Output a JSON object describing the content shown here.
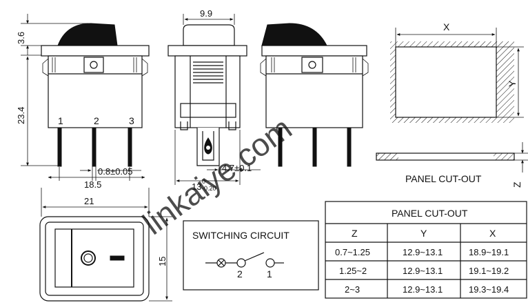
{
  "dimensions": {
    "actuator_height": "3.6",
    "body_height": "23.4",
    "pin_spacing": "0.8±0.05",
    "pin_span": "18.5",
    "actuator_width": "9.9",
    "terminal_width": "4.7±0.1",
    "depth_value": "13",
    "depth_tolerance": "0",
    "depth_tolerance_lower": "-0.20",
    "overall_width": "21",
    "overall_height": "15"
  },
  "pin_labels": [
    "1",
    "2",
    "3"
  ],
  "cutout_drawing": {
    "x_label": "X",
    "y_label": "Y",
    "z_label": "Z",
    "title": "PANEL CUT-OUT"
  },
  "switching_circuit": {
    "title": "SWITCHING CIRCUIT",
    "pin_a": "2",
    "pin_b": "1"
  },
  "cutout_table": {
    "title": "PANEL CUT-OUT",
    "columns": [
      "Z",
      "Y",
      "X"
    ],
    "rows": [
      [
        "0.7~1.25",
        "12.9~13.1",
        "18.9~19.1"
      ],
      [
        "1.25~2",
        "12.9~13.1",
        "19.1~19.2"
      ],
      [
        "2~3",
        "12.9~13.1",
        "19.3~19.4"
      ]
    ]
  },
  "watermark": "linkaiye.com"
}
